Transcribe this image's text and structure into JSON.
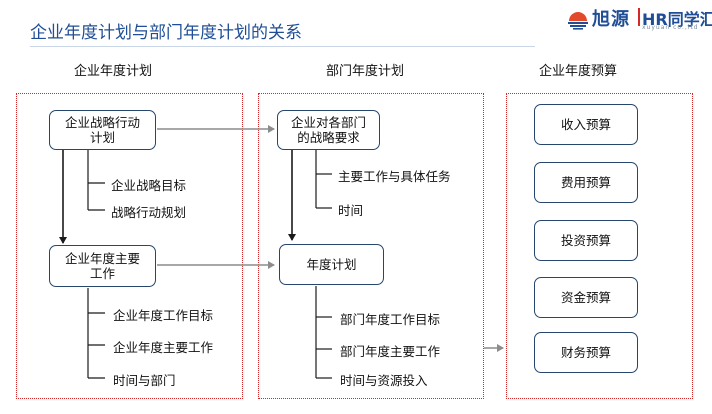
{
  "header": {
    "title": "企业年度计划与部门年度计划的关系"
  },
  "logo": {
    "cn_text": "旭源",
    "en_text": "HR同学汇",
    "sub_text": "xuyuan co.,ltd",
    "icon": "sunrise-logo-icon"
  },
  "columns": {
    "enterprise": {
      "heading": "企业年度计划",
      "strategy_node_line1": "企业战略行动",
      "strategy_node_line2": "计划",
      "strategy_children": [
        "企业战略目标",
        "战略行动规划"
      ],
      "annual_node_line1": "企业年度主要",
      "annual_node_line2": "工作",
      "annual_children": [
        "企业年度工作目标",
        "企业年度主要工作",
        "时间与部门"
      ]
    },
    "department": {
      "heading": "部门年度计划",
      "requirement_node_line1": "企业对各部门",
      "requirement_node_line2": "的战略要求",
      "requirement_children": [
        "主要工作与具体任务",
        "时间"
      ],
      "annual_node": "年度计划",
      "annual_children": [
        "部门年度工作目标",
        "部门年度主要工作",
        "时间与资源投入"
      ]
    },
    "budget": {
      "heading": "企业年度预算",
      "items": [
        "收入预算",
        "费用预算",
        "投资预算",
        "资金预算",
        "财务预算"
      ]
    }
  },
  "colors": {
    "title": "#1f4e96",
    "node_border": "#26466d",
    "panel_border": "#d62828",
    "arrow_gray": "#8c8c8c",
    "tree_line": "#1a1a1a"
  }
}
